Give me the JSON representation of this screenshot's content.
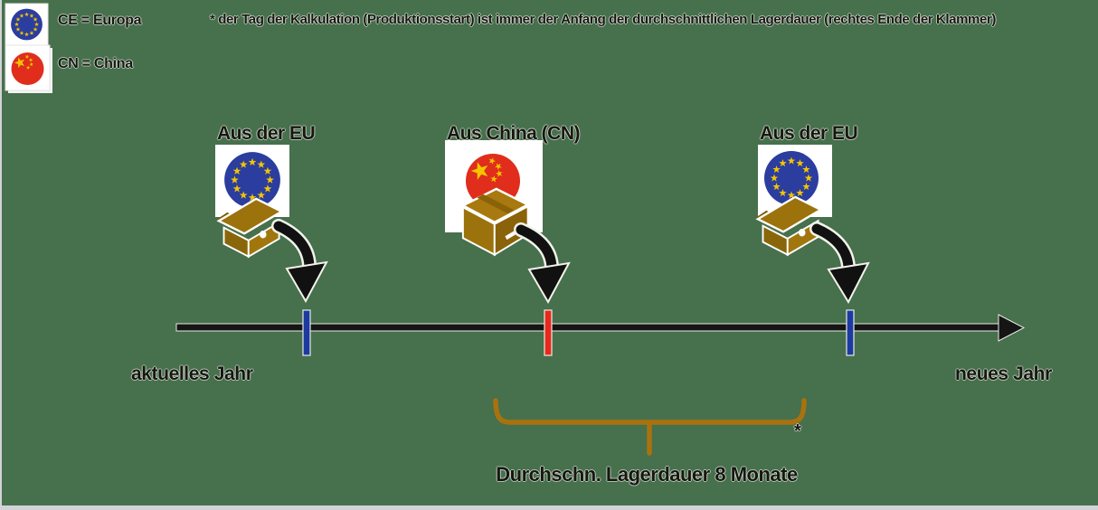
{
  "colors": {
    "background": "#47704d",
    "frame_edge": "#d2d3d7",
    "eu_blue": "#2b3d9e",
    "star_yellow": "#f2c500",
    "china_red": "#e02d1c",
    "box_brown": "#9c720c",
    "box_brown_dark": "#8a6209",
    "box_brown_light": "#a8790f",
    "tick_blue": "#1c3aa0",
    "tick_red": "#e8281c",
    "bracket_orange": "#a9720e",
    "timeline_black": "#151515"
  },
  "legend": {
    "items": [
      {
        "icon": "eu-flag-icon",
        "label": "CE = Europa"
      },
      {
        "icon": "china-flag-icon",
        "label": "CN = China"
      }
    ]
  },
  "footnote": {
    "text": "* der Tag der Kalkulation (Produktionsstart) ist immer der Anfang der durchschnittlichen Lagerdauer (rechtes Ende der Klammer)"
  },
  "timeline": {
    "start_label": "aktuelles Jahr",
    "end_label": "neues Jahr",
    "events": [
      {
        "label": "Aus der EU",
        "origin": "EU",
        "flag": "eu-flag-icon",
        "box": "open-box-icon",
        "tick_color": "#1c3aa0"
      },
      {
        "label": "Aus China (CN)",
        "origin": "CN",
        "flag": "china-flag-icon",
        "box": "closed-box-icon",
        "tick_color": "#e8281c"
      },
      {
        "label": "Aus der EU",
        "origin": "EU",
        "flag": "eu-flag-icon",
        "box": "open-box-icon",
        "tick_color": "#1c3aa0"
      }
    ]
  },
  "duration_bracket": {
    "label": "Durchschn. Lagerdauer 8 Monate",
    "marker": "*"
  }
}
